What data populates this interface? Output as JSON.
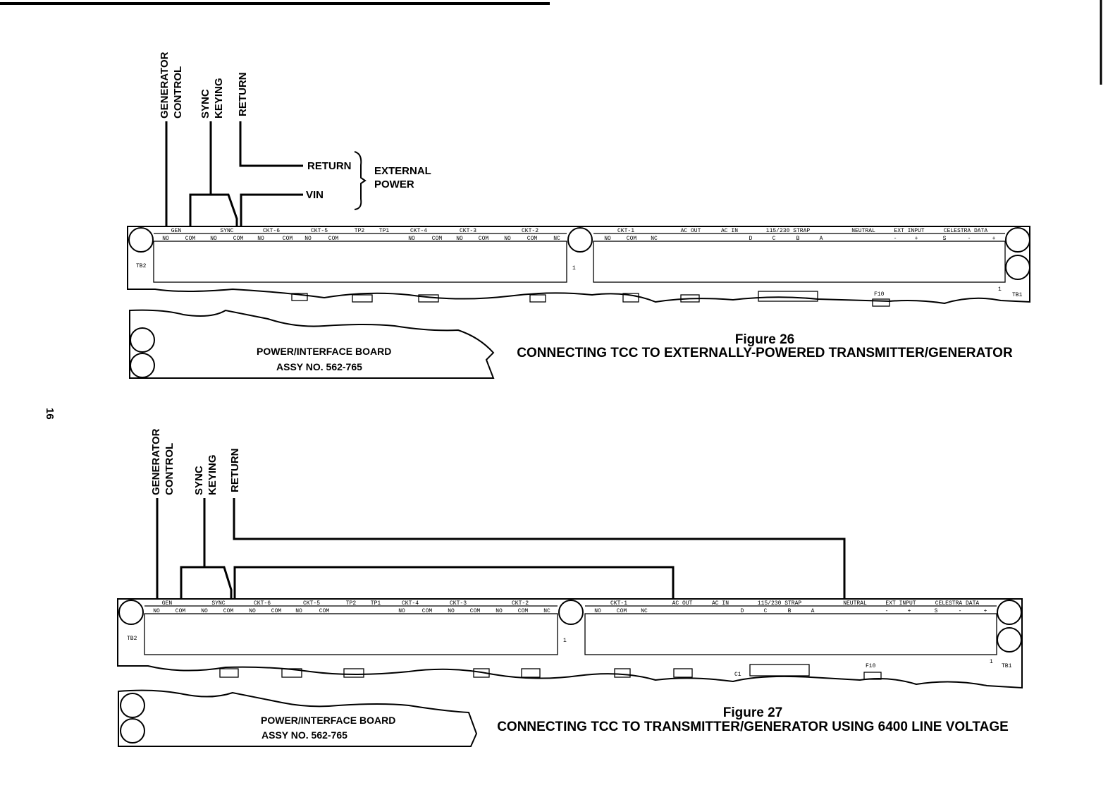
{
  "page_number": "16",
  "figures": [
    {
      "id": "fig26",
      "figure_label": "Figure 26",
      "caption": "CONNECTING TCC TO EXTERNALLY-POWERED TRANSMITTER/GENERATOR",
      "wire_labels": {
        "generator": "GENERATOR",
        "control": "CONTROL",
        "sync": "SYNC",
        "keying": "KEYING",
        "return": "RETURN"
      },
      "external": {
        "return_label": "RETURN",
        "vin_label": "VIN",
        "group_line1": "EXTERNAL",
        "group_line2": "POWER"
      },
      "board": {
        "name": "POWER/INTERFACE BOARD",
        "assy": "ASSY NO. 562-765",
        "tb2": "TB2",
        "tb1": "TB1",
        "f10": "F10",
        "pin1_left": "1",
        "pin1_right": "1",
        "left_groups": [
          "GEN",
          "SYNC",
          "CKT-6",
          "CKT-5",
          "TP2",
          "TP1",
          "CKT-4",
          "CKT-3",
          "CKT-2"
        ],
        "left_terms": [
          "NO",
          "COM",
          "NO",
          "COM",
          "NO",
          "COM",
          "NO",
          "COM",
          "NO",
          "COM",
          "NO",
          "COM",
          "NO",
          "COM",
          "NC"
        ],
        "right_groups": [
          "CKT-1",
          "AC OUT",
          "AC IN",
          "115/230 STRAP",
          "NEUTRAL",
          "EXT INPUT",
          "CELESTRA DATA"
        ],
        "right_terms": [
          "NO",
          "COM",
          "NC",
          "D",
          "C",
          "B",
          "A",
          "-",
          "+",
          "S",
          "-",
          "+"
        ]
      }
    },
    {
      "id": "fig27",
      "figure_label": "Figure 27",
      "caption": "CONNECTING TCC TO TRANSMITTER/GENERATOR USING 6400 LINE VOLTAGE",
      "wire_labels": {
        "generator": "GENERATOR",
        "control": "CONTROL",
        "sync": "SYNC",
        "keying": "KEYING",
        "return": "RETURN"
      },
      "board": {
        "name": "POWER/INTERFACE BOARD",
        "assy": "ASSY NO. 562-765",
        "tb2": "TB2",
        "tb1": "TB1",
        "f10": "F10",
        "c1": "C1",
        "pin1_left": "1",
        "pin1_right": "1",
        "left_groups": [
          "GEN",
          "SYNC",
          "CKT-6",
          "CKT-5",
          "TP2",
          "TP1",
          "CKT-4",
          "CKT-3",
          "CKT-2"
        ],
        "left_terms": [
          "NO",
          "COM",
          "NO",
          "COM",
          "NO",
          "COM",
          "NO",
          "COM",
          "NO",
          "COM",
          "NO",
          "COM",
          "NO",
          "COM",
          "NC"
        ],
        "right_groups": [
          "CKT-1",
          "AC OUT",
          "AC IN",
          "115/230 STRAP",
          "NEUTRAL",
          "EXT INPUT",
          "CELESTRA DATA"
        ],
        "right_terms": [
          "NO",
          "COM",
          "NC",
          "D",
          "C",
          "B",
          "A",
          "-",
          "+",
          "S",
          "-",
          "+"
        ]
      }
    }
  ]
}
